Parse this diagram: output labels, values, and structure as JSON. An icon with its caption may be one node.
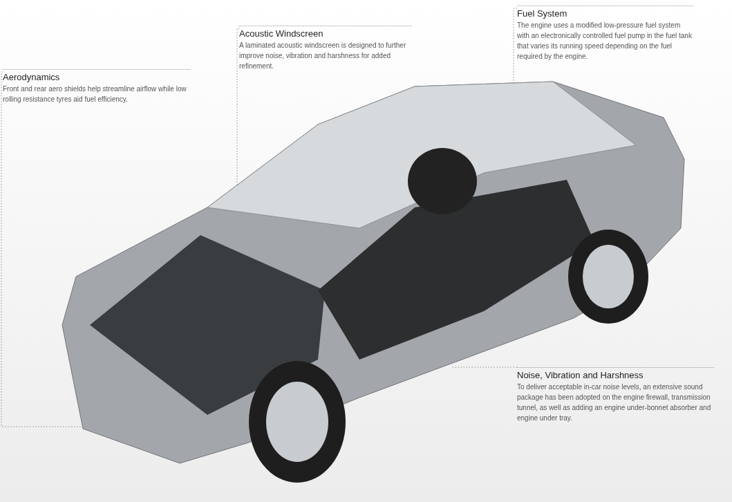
{
  "diagram": {
    "nodes": [
      {
        "text": [
          "Fuel System",
          "The engine uses a modified low-pressure fuel system with an electronically controlled fuel pump in the fuel tank that varies its running speed depending on the fuel required by the engine."
        ]
      },
      {
        "text": [
          "Acoustic Windscreen",
          "A laminated acoustic windscreen is designed to further improve noise, vibration and harshness for added refinement."
        ]
      },
      {
        "text": [
          "Aerodynamics",
          "Front and rear aero shields help streamline airflow while low rolling resistance tyres aid fuel efficiency."
        ]
      },
      {
        "text": [
          "Noise, Vibration and Harshness",
          "To deliver acceptable in-car noise levels, an extensive sound package has been adopted on the engine firewall, transmission tunnel, as well as adding an engine under-bonnet absorber and engine under tray."
        ]
      },
      {
        "text": [],
        "shape": "picture"
      }
    ],
    "edges": [
      {
        "from": 0,
        "to": 4,
        "arrow": "none",
        "style": "dashed"
      },
      {
        "from": 1,
        "to": 4,
        "arrow": "none",
        "style": "dashed"
      },
      {
        "from": 2,
        "to": 4,
        "arrow": "none",
        "style": "dashed"
      },
      {
        "from": 3,
        "to": 4,
        "arrow": "none",
        "style": "dashed"
      }
    ]
  }
}
